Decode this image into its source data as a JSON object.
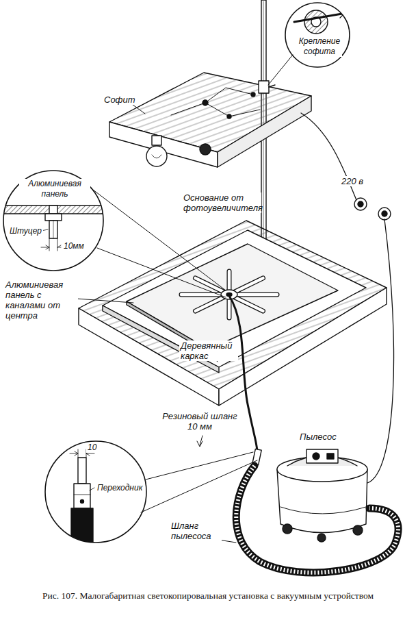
{
  "diagram": {
    "caption": "Рис. 107. Малогабаритная светокопировальная установка с вакуумным устройством",
    "nodes": [
      {
        "text": [
          "Крепление софита"
        ]
      },
      {
        "text": [
          "Алюминиевая панель",
          "Штуцер",
          "10мм"
        ]
      },
      {
        "text": [
          "10",
          "Переходник"
        ]
      }
    ],
    "labels": [
      "Софит",
      "220 в",
      "Основание от фотоувеличителя",
      "Алюминиевая панель с каналами от центра",
      "Деревянный каркас",
      "Резиновый шланг 10 мм",
      "Пылесос",
      "Шланг пылесоса"
    ]
  }
}
